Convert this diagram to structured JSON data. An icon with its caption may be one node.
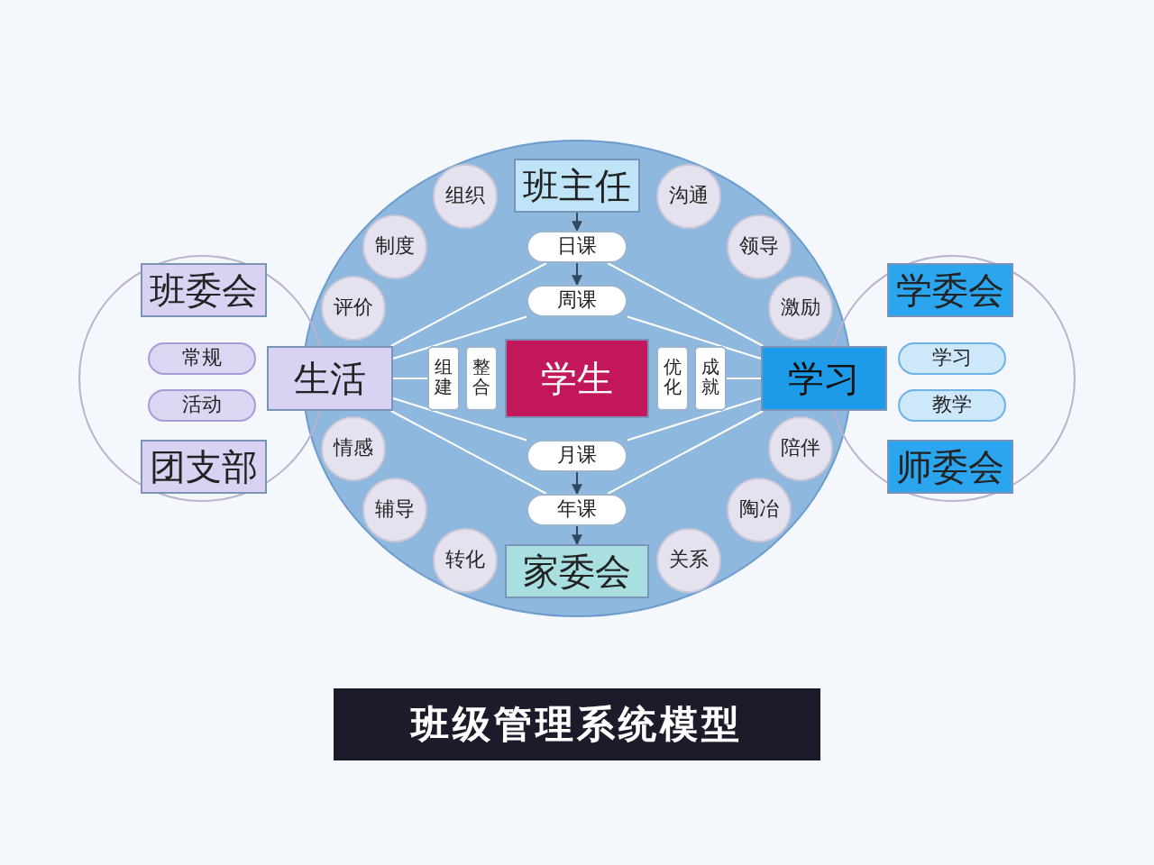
{
  "diagram": {
    "title": "班级管理系统模型",
    "nodes": [
      {
        "text": [
          "班主任"
        ]
      },
      {
        "text": [
          "日课"
        ]
      },
      {
        "text": [
          "周课"
        ]
      },
      {
        "text": [
          "学生"
        ]
      },
      {
        "text": [
          "月课"
        ]
      },
      {
        "text": [
          "年课"
        ]
      },
      {
        "text": [
          "家委会"
        ]
      },
      {
        "text": [
          "生活"
        ]
      },
      {
        "text": [
          "学习"
        ]
      },
      {
        "text": [
          "组织"
        ]
      },
      {
        "text": [
          "制度"
        ]
      },
      {
        "text": [
          "评价"
        ]
      },
      {
        "text": [
          "情感"
        ]
      },
      {
        "text": [
          "辅导"
        ]
      },
      {
        "text": [
          "转化"
        ]
      },
      {
        "text": [
          "沟通"
        ]
      },
      {
        "text": [
          "领导"
        ]
      },
      {
        "text": [
          "激励"
        ]
      },
      {
        "text": [
          "陪伴"
        ]
      },
      {
        "text": [
          "陶冶"
        ]
      },
      {
        "text": [
          "关系"
        ]
      },
      {
        "text": [
          "组建"
        ]
      },
      {
        "text": [
          "整合"
        ]
      },
      {
        "text": [
          "优化"
        ]
      },
      {
        "text": [
          "成就"
        ]
      },
      {
        "text": [
          "班委会"
        ]
      },
      {
        "text": [
          "常规"
        ]
      },
      {
        "text": [
          "活动"
        ]
      },
      {
        "text": [
          "团支部"
        ]
      },
      {
        "text": [
          "学委会"
        ]
      },
      {
        "text": [
          "学习"
        ]
      },
      {
        "text": [
          "教学"
        ]
      },
      {
        "text": [
          "师委会"
        ]
      }
    ],
    "edges": [
      {
        "from": 0,
        "to": 1,
        "arrow": "to",
        "color": "#34495e"
      },
      {
        "from": 1,
        "to": 2,
        "arrow": "to",
        "color": "#34495e"
      },
      {
        "from": 4,
        "to": 5,
        "arrow": "to",
        "color": "#34495e"
      },
      {
        "from": 5,
        "to": 6,
        "arrow": "to",
        "color": "#34495e"
      },
      {
        "from": 7,
        "to": 1,
        "arrow": "none"
      },
      {
        "from": 7,
        "to": 2,
        "arrow": "none"
      },
      {
        "from": 7,
        "to": 21,
        "arrow": "none"
      },
      {
        "from": 7,
        "to": 4,
        "arrow": "none"
      },
      {
        "from": 7,
        "to": 5,
        "arrow": "none"
      },
      {
        "from": 8,
        "to": 1,
        "arrow": "none"
      },
      {
        "from": 8,
        "to": 2,
        "arrow": "none"
      },
      {
        "from": 8,
        "to": 24,
        "arrow": "none"
      },
      {
        "from": 8,
        "to": 4,
        "arrow": "none"
      },
      {
        "from": 8,
        "to": 5,
        "arrow": "none"
      }
    ]
  }
}
